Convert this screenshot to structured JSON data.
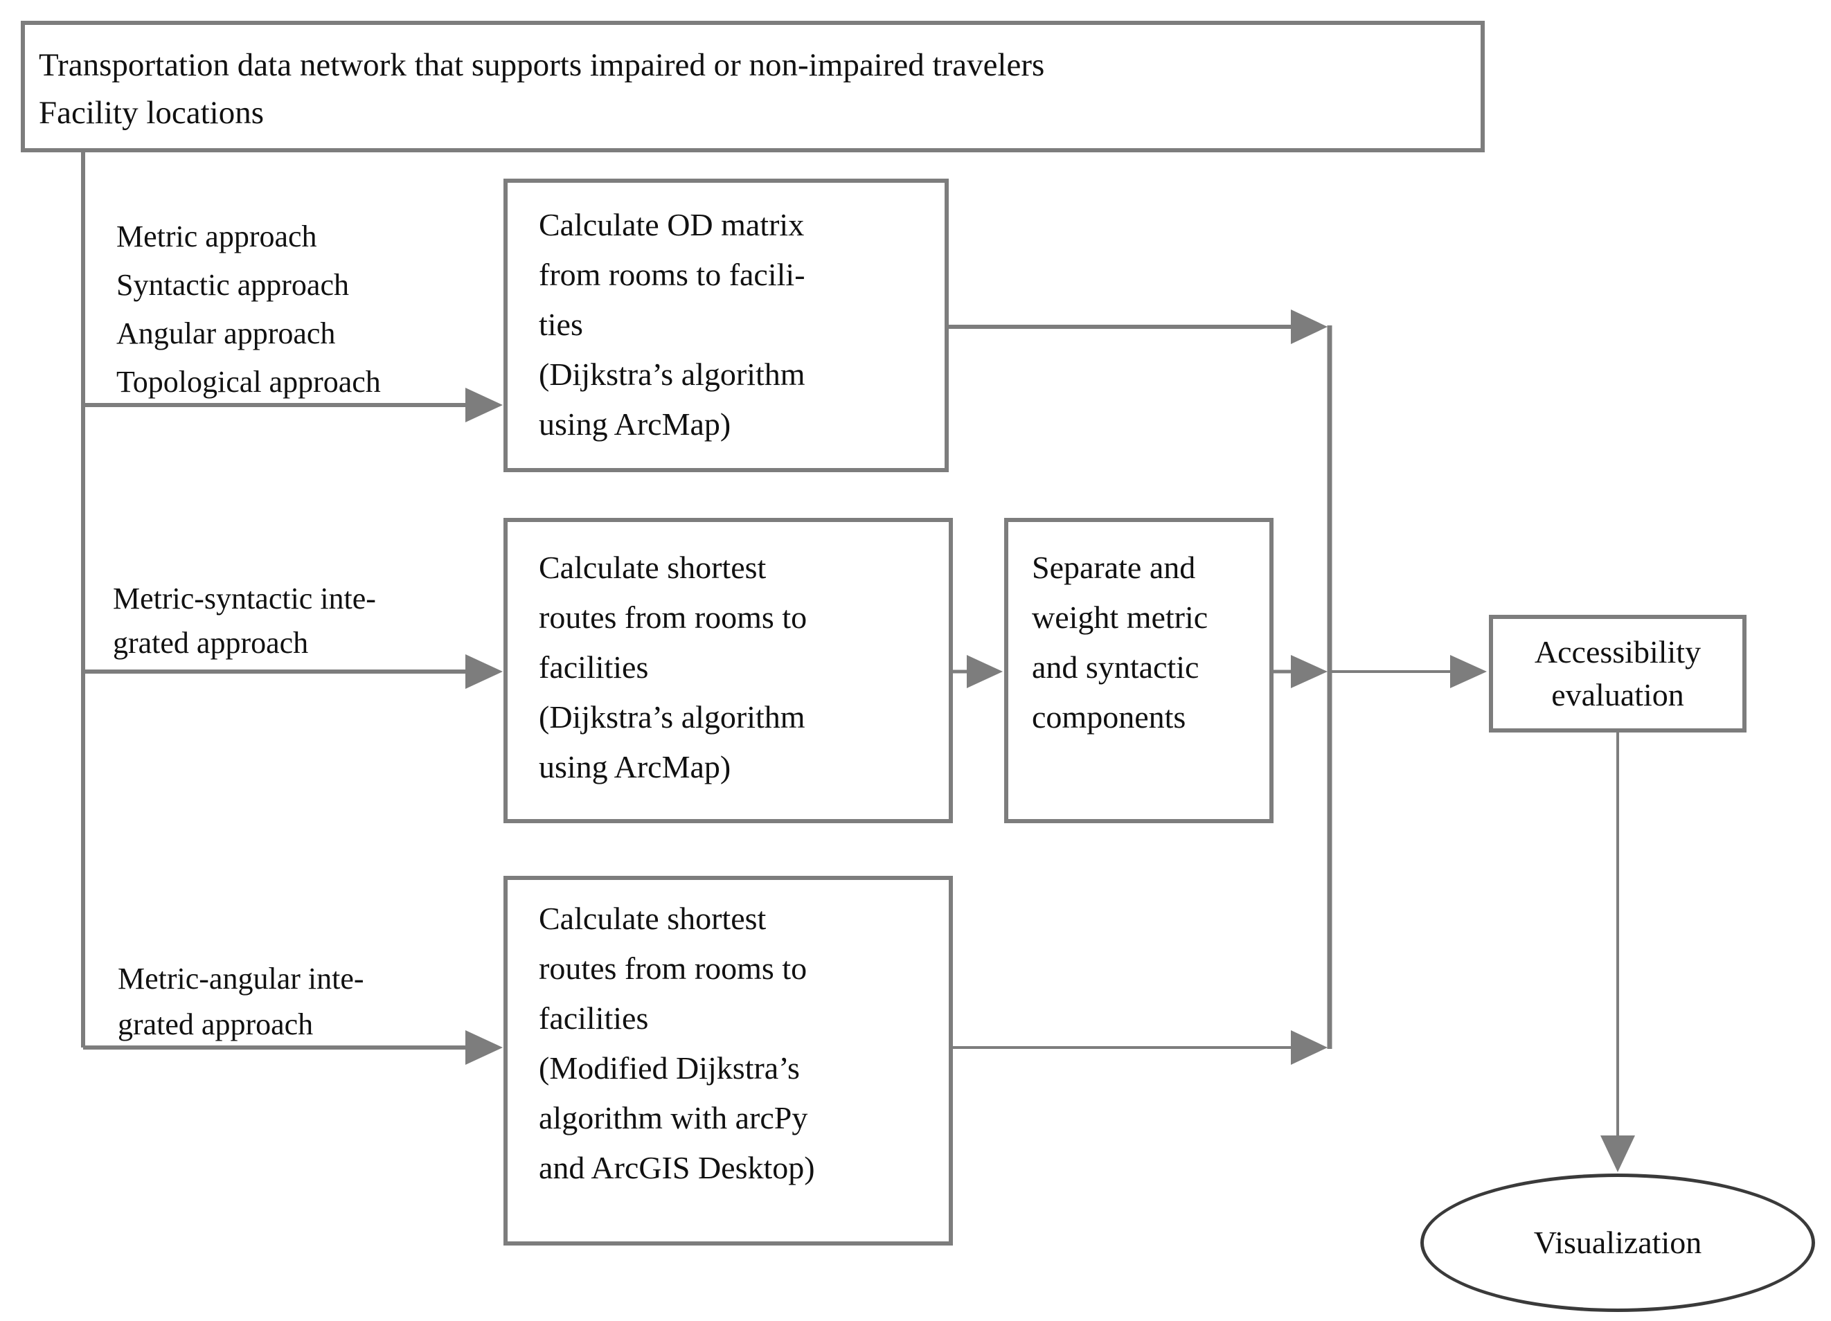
{
  "palette": {
    "line_gray": "#7d7d7d",
    "ellipse_stroke": "#3a3a3a",
    "text": "#111111",
    "background": "#ffffff"
  },
  "nodes": {
    "input_box": {
      "lines": [
        "Transportation data network that supports impaired or non-impaired travelers",
        "Facility locations"
      ]
    },
    "approach_labels": {
      "lines": [
        "Metric approach",
        "Syntactic approach",
        "Angular approach",
        "Topological approach"
      ]
    },
    "od_matrix_box": {
      "lines": [
        "Calculate OD matrix",
        "from rooms to facili-",
        "ties",
        "(Dijkstra’s algorithm",
        "using ArcMap)"
      ]
    },
    "metric_syntactic_label": {
      "lines": [
        "Metric-syntactic inte-",
        "grated approach"
      ]
    },
    "shortest_routes_arcmap_box": {
      "lines": [
        "Calculate shortest",
        "routes from rooms to",
        "facilities",
        "(Dijkstra’s algorithm",
        "using ArcMap)"
      ]
    },
    "separate_weight_box": {
      "lines": [
        "Separate and",
        "weight metric",
        "and syntactic",
        "components"
      ]
    },
    "metric_angular_label": {
      "lines": [
        "Metric-angular inte-",
        "grated approach"
      ]
    },
    "shortest_routes_arcpy_box": {
      "lines": [
        "Calculate shortest",
        "routes from rooms to",
        "facilities",
        "(Modified Dijkstra’s",
        "algorithm with arcPy",
        "and ArcGIS Desktop)"
      ]
    },
    "accessibility_box": {
      "lines": [
        "Accessibility",
        "evaluation"
      ]
    },
    "visualization_ellipse": {
      "label": "Visualization"
    }
  }
}
